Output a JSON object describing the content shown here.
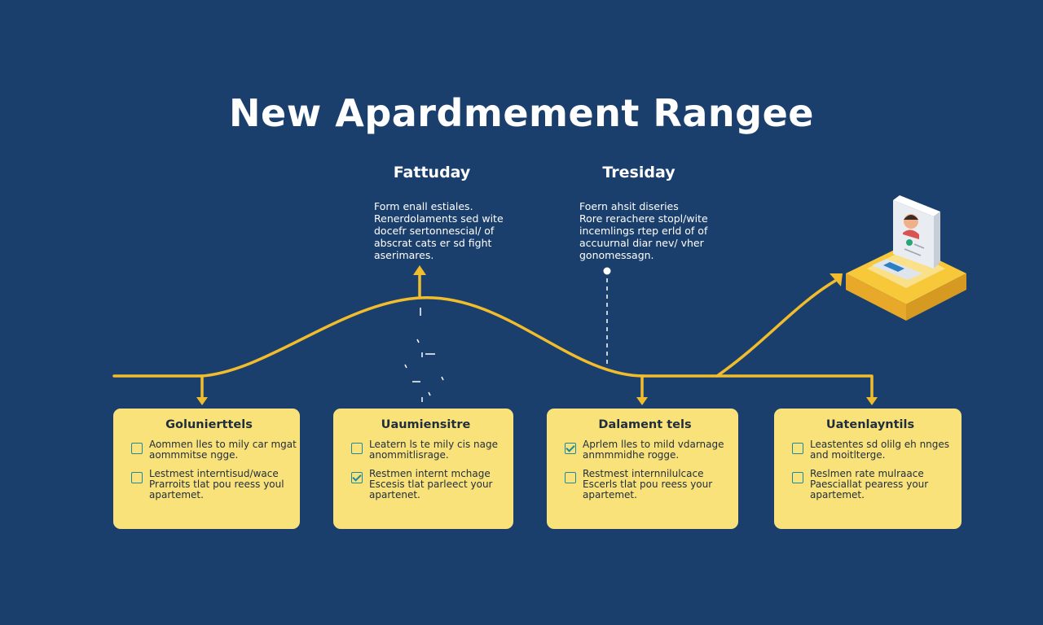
{
  "title": "New Apardmement Rangee",
  "phases": [
    {
      "title": "Fattuday",
      "description": [
        "Form enall estiales.",
        "Renerdolaments sed wite",
        "docefr sertonnescial/ of",
        "abscrat cats er sd fight",
        "aserimares."
      ]
    },
    {
      "title": "Tresiday",
      "description": [
        "Foern ahsit diseries",
        "Rore rerachere stopl/wite",
        "incemlings rtep erld of of",
        "accuurnal diar nev/ vher",
        "gonomessagn."
      ]
    }
  ],
  "cards": [
    {
      "title": "Golunierttels",
      "items": [
        {
          "checked": false,
          "lines": [
            "Aommen lles to mily car mgat",
            "aommmitse ngge."
          ]
        },
        {
          "checked": false,
          "lines": [
            "Lestmest interntisud/wace",
            "Prarroits tlat pou reess youl",
            "apartemet."
          ]
        }
      ]
    },
    {
      "title": "Uaumiensitre",
      "items": [
        {
          "checked": false,
          "lines": [
            "Leatern ls te mily cis nage",
            "anommitlisrage."
          ]
        },
        {
          "checked": true,
          "lines": [
            "Restmen internt mchage",
            "Escesis tlat parleect your",
            "apartenet."
          ]
        }
      ]
    },
    {
      "title": "Dalament tels",
      "items": [
        {
          "checked": true,
          "lines": [
            "Aprlem lles to mild vdarnage",
            "anmmmidhe rogge."
          ]
        },
        {
          "checked": false,
          "lines": [
            "Restmest internnilulcace",
            "Escerls tlat pou reess your",
            "apartemet."
          ]
        }
      ]
    },
    {
      "title": "Uatenlayntils",
      "items": [
        {
          "checked": false,
          "lines": [
            "Leastentes sd olilg eh nnges",
            "and moitlterge."
          ]
        },
        {
          "checked": false,
          "lines": [
            "Reslmen rate mulraace",
            "Paesciallat pearess your",
            "apartemet."
          ]
        }
      ]
    }
  ],
  "colors": {
    "background": "#1b3f6c",
    "accent": "#f2bd2c",
    "card": "#fae27a",
    "checkbox": "#1b8aa0"
  },
  "icons": [
    "checkbox-icon",
    "arrow-up-icon",
    "arrow-down-icon",
    "isometric-device-icon"
  ]
}
